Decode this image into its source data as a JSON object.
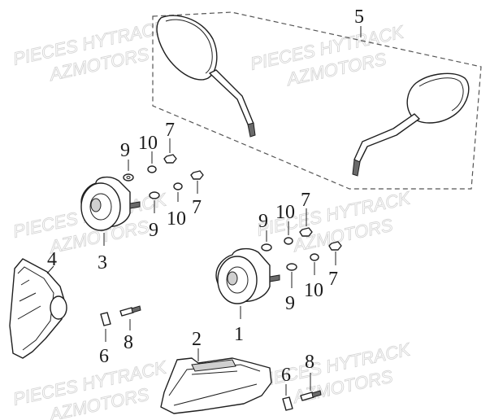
{
  "watermarks": [
    {
      "id": "wm1",
      "line1": "PIECES HYTRACK",
      "line2": "AZMOTORS"
    },
    {
      "id": "wm2",
      "line1": "PIECES HYTRACK",
      "line2": "AZMOTORS"
    },
    {
      "id": "wm3",
      "line1": "PIECES HYTRACK",
      "line2": "AZMOTORS"
    },
    {
      "id": "wm4",
      "line1": "PIECES HYTRACK",
      "line2": "AZMOTORS"
    },
    {
      "id": "wm5",
      "line1": "PIECES HYTRACK",
      "line2": "AZMOTORS"
    },
    {
      "id": "wm6",
      "line1": "PIECES HYTRACK",
      "line2": "AZMOTORS"
    }
  ],
  "callouts": {
    "c5": "5",
    "c9a": "9",
    "c10a": "10",
    "c7a": "7",
    "c9b": "9",
    "c10b": "10",
    "c7b": "7",
    "c3": "3",
    "c4": "4",
    "c9c": "9",
    "c10c": "10",
    "c7c": "7",
    "c9d": "9",
    "c10d": "10",
    "c7d": "7",
    "c1": "1",
    "c6a": "6",
    "c8a": "8",
    "c2": "2",
    "c6b": "6",
    "c8b": "8"
  }
}
